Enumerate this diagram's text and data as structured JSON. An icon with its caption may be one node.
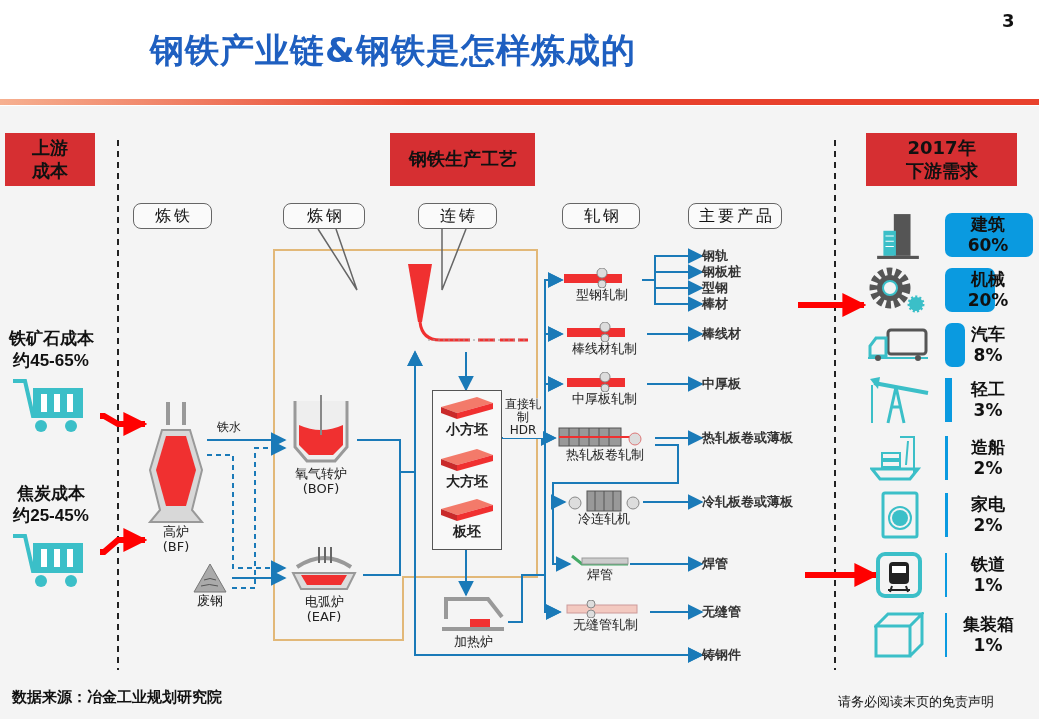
{
  "diagram": {
    "title": "钢铁产业链&钢铁是怎样炼成的",
    "nodes": [
      {
        "text": [
          "上游成本"
        ]
      },
      {
        "text": [
          "钢铁生产工艺"
        ]
      },
      {
        "text": [
          "2017年下游需求"
        ]
      },
      {
        "text": [
          "炼铁"
        ]
      },
      {
        "text": [
          "炼钢"
        ]
      },
      {
        "text": [
          "连铸"
        ]
      },
      {
        "text": [
          "轧钢"
        ]
      },
      {
        "text": [
          "主要产品"
        ]
      },
      {
        "text": [
          "铁矿石成本约45-65%"
        ]
      },
      {
        "text": [
          "焦炭成本约25-45%"
        ]
      },
      {
        "text": [
          "高炉 (BF)"
        ]
      },
      {
        "text": [
          "废钢"
        ]
      },
      {
        "text": [
          "氧气转炉 (BOF)"
        ]
      },
      {
        "text": [
          "电弧炉 (EAF)"
        ]
      },
      {
        "text": [],
        "shape": "picture"
      },
      {
        "text": [],
        "shape": "box"
      },
      {
        "text": [
          "小方坯"
        ],
        "in": 15
      },
      {
        "text": [
          "大方坯"
        ],
        "in": 15
      },
      {
        "text": [
          "板坯"
        ],
        "in": 15
      },
      {
        "text": [
          "加热炉"
        ]
      },
      {
        "text": [
          "型钢轧制"
        ]
      },
      {
        "text": [
          "棒线材轧制"
        ]
      },
      {
        "text": [
          "中厚板轧制"
        ]
      },
      {
        "text": [
          "热轧板卷轧制"
        ]
      },
      {
        "text": [
          "冷连轧机"
        ]
      },
      {
        "text": [
          "焊管"
        ]
      },
      {
        "text": [
          "无缝管轧制"
        ]
      },
      {
        "text": [
          "钢轨"
        ]
      },
      {
        "text": [
          "钢板桩"
        ]
      },
      {
        "text": [
          "型钢"
        ]
      },
      {
        "text": [
          "棒材"
        ]
      },
      {
        "text": [
          "棒线材"
        ]
      },
      {
        "text": [
          "中厚板"
        ]
      },
      {
        "text": [
          "热轧板卷或薄板"
        ]
      },
      {
        "text": [
          "冷轧板卷或薄板"
        ]
      },
      {
        "text": [
          "焊管"
        ]
      },
      {
        "text": [
          "无缝管"
        ]
      },
      {
        "text": [
          "铸钢件"
        ]
      },
      {
        "text": [],
        "shape": "picture"
      },
      {
        "text": [],
        "shape": "picture"
      },
      {
        "text": [],
        "shape": "picture"
      },
      {
        "text": [],
        "shape": "picture"
      },
      {
        "text": [],
        "shape": "picture"
      },
      {
        "text": [],
        "shape": "picture"
      },
      {
        "text": [],
        "shape": "picture"
      },
      {
        "text": [],
        "shape": "picture"
      },
      {
        "text": [
          "建筑",
          "60%"
        ]
      },
      {
        "text": [
          "机械",
          "20%"
        ]
      },
      {
        "text": [
          "汽车",
          "8%"
        ]
      },
      {
        "text": [
          "轻工",
          "3%"
        ]
      },
      {
        "text": [
          "造船",
          "2%"
        ]
      },
      {
        "text": [
          "家电",
          "2%"
        ]
      },
      {
        "text": [
          "铁道",
          "1%"
        ]
      },
      {
        "text": [
          "集装箱",
          "1%"
        ]
      }
    ],
    "edges": [
      {
        "from": 10,
        "to": 12,
        "arrow": "to",
        "label": "铁水"
      },
      {
        "from": 10,
        "to": 13,
        "arrow": "to",
        "style": "dashed"
      },
      {
        "from": 11,
        "to": 12,
        "arrow": "to",
        "style": "dashed"
      },
      {
        "from": 11,
        "to": 13,
        "arrow": "to"
      },
      {
        "from": 12,
        "to": 14,
        "arrow": "to"
      },
      {
        "from": 13,
        "to": 14,
        "arrow": "to"
      },
      {
        "from": 12,
        "to": 37,
        "arrow": "to"
      },
      {
        "from": 13,
        "to": 37,
        "arrow": "to"
      },
      {
        "from": 14,
        "to": 15,
        "arrow": "to"
      },
      {
        "from": 15,
        "to": 19,
        "arrow": "to"
      },
      {
        "from": 15,
        "to": 20,
        "arrow": "to"
      },
      {
        "from": 15,
        "to": 21,
        "arrow": "to"
      },
      {
        "from": 15,
        "to": 22,
        "arrow": "to"
      },
      {
        "from": 15,
        "to": 23,
        "arrow": "to",
        "label": "直接轧制 HDR"
      },
      {
        "from": 15,
        "to": 26,
        "arrow": "to"
      },
      {
        "from": 19,
        "to": 20,
        "arrow": "to"
      },
      {
        "from": 19,
        "to": 21,
        "arrow": "to"
      },
      {
        "from": 19,
        "to": 22,
        "arrow": "to"
      },
      {
        "from": 19,
        "to": 23,
        "arrow": "to"
      },
      {
        "from": 19,
        "to": 26,
        "arrow": "to"
      },
      {
        "from": 20,
        "to": 27,
        "arrow": "to"
      },
      {
        "from": 20,
        "to": 28,
        "arrow": "to"
      },
      {
        "from": 20,
        "to": 29,
        "arrow": "to"
      },
      {
        "from": 20,
        "to": 30,
        "arrow": "to"
      },
      {
        "from": 21,
        "to": 31,
        "arrow": "to"
      },
      {
        "from": 22,
        "to": 32,
        "arrow": "to"
      },
      {
        "from": 23,
        "to": 33,
        "arrow": "to"
      },
      {
        "from": 23,
        "to": 24,
        "arrow": "to"
      },
      {
        "from": 23,
        "to": 25,
        "arrow": "to"
      },
      {
        "from": 24,
        "to": 34,
        "arrow": "to"
      },
      {
        "from": 25,
        "to": 35,
        "arrow": "to"
      },
      {
        "from": 26,
        "to": 36,
        "arrow": "to"
      },
      {
        "from": 8,
        "to": 10,
        "arrow": "to",
        "style": "thick",
        "color": "#ff0000"
      },
      {
        "from": 9,
        "to": 10,
        "arrow": "to",
        "style": "thick",
        "color": "#ff0000"
      },
      {
        "from": null,
        "to": 39,
        "arrow": "to",
        "style": "thick",
        "color": "#ff0000"
      },
      {
        "from": null,
        "to": 44,
        "arrow": "to",
        "style": "thick",
        "color": "#ff0000"
      }
    ],
    "labels": [
      "3",
      "数据来源：冶金工业规划研究院",
      "请务必阅读末页的免责声明"
    ]
  }
}
